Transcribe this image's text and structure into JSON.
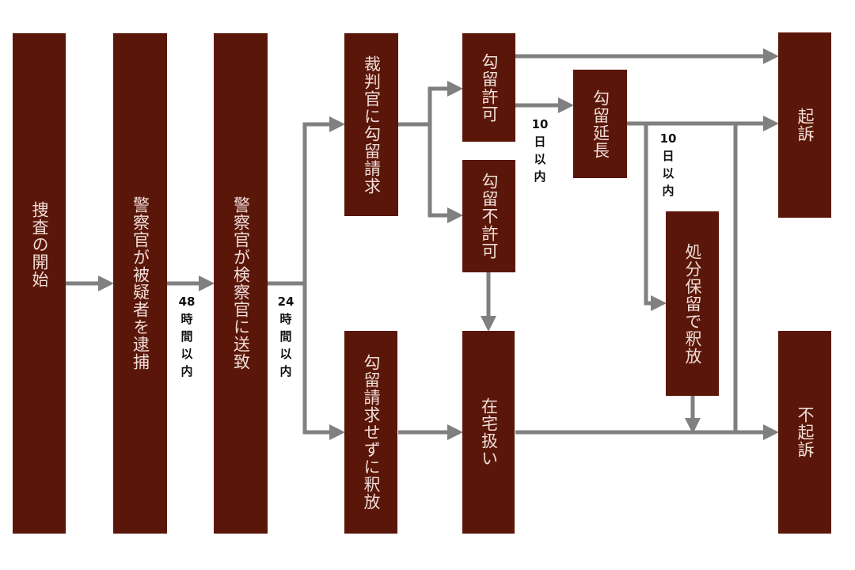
{
  "colors": {
    "box": "#5a1608",
    "box_text": "#f0ddd8",
    "arrow": "#808080"
  },
  "boxes": {
    "start": "捜査の開始",
    "arrest": "警察官が被疑者を逮捕",
    "send": "警察官が検察官に送致",
    "request": "裁判官に勾留請求",
    "approved": "勾留許可",
    "denied": "勾留不許可",
    "extension": "勾留延長",
    "no_request": "勾留請求せずに釈放",
    "at_home": "在宅扱い",
    "pending": "処分保留で釈放",
    "indict": "起訴",
    "no_indict": "不起訴"
  },
  "notes": {
    "h48": [
      "48",
      "時",
      "間",
      "以",
      "内"
    ],
    "h24": [
      "24",
      "時",
      "間",
      "以",
      "内"
    ],
    "d10a": [
      "10",
      "日",
      "以",
      "内"
    ],
    "d10b": [
      "10",
      "日",
      "以",
      "内"
    ]
  }
}
